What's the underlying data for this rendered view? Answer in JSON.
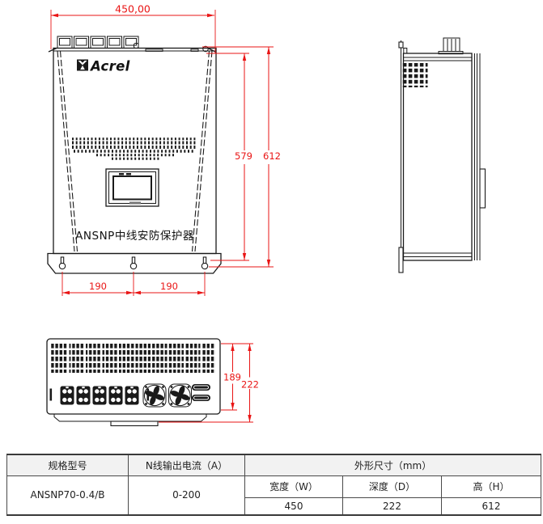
{
  "drawing": {
    "brand": "Acrel",
    "product_label": "ANSNP中线安防保护器",
    "dimensions": {
      "width_top": "450,00",
      "height_inner": "579",
      "height_outer": "612",
      "hole_spacing_left": "190",
      "hole_spacing_right": "190",
      "depth_inner": "189",
      "depth_outer": "222"
    },
    "colors": {
      "dimension_red": "#e91515",
      "line_black": "#1a1a1a",
      "table_header_bg": "#f2f2f2"
    },
    "icons": {
      "logo_mark": "acrel-logo-mark",
      "mounting_hole": "keyhole-slot",
      "fan": "cooling-fan",
      "vent": "ventilation-grid"
    }
  },
  "spec_table": {
    "headers": {
      "model": "规格型号",
      "n_line_current": "N线输出电流（A）",
      "outline_dimensions": "外形尺寸（mm）",
      "width": "宽度（W）",
      "depth": "深度（D）",
      "height": "高（H）"
    },
    "row": {
      "model": "ANSNP70-0.4/B",
      "n_line_current": "0-200",
      "width": "450",
      "depth": "222",
      "height": "612"
    }
  }
}
